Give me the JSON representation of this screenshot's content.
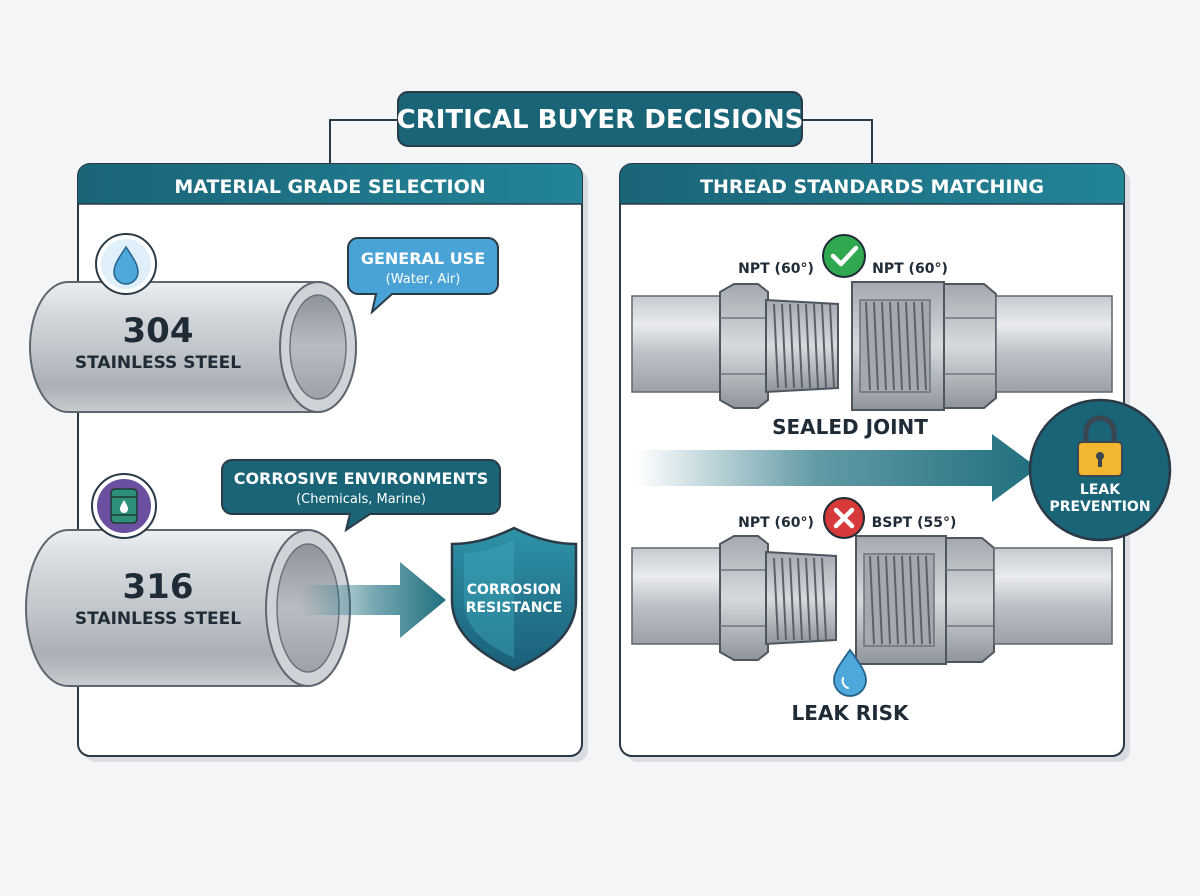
{
  "title": "CRITICAL BUYER DECISIONS",
  "colors": {
    "teal": "#1f6f7f",
    "teal_dark": "#15546a",
    "bubble_blue": "#4aa3d6",
    "steel_light": "#dcdfe2",
    "steel_mid": "#b5bbc1",
    "steel_dark": "#7f868d",
    "text_dark": "#1f2b36",
    "check_green": "#2fa84f",
    "cross_red": "#d63a3a",
    "lock_gold": "#f2b631",
    "drop_blue": "#4fa8dc",
    "barrel_purple": "#6b4fa0"
  },
  "material_panel": {
    "header": "MATERIAL GRADE SELECTION",
    "grade_304": {
      "number": "304",
      "label": "STAINLESS STEEL",
      "icon": "water-drop-icon",
      "bubble_title": "GENERAL USE",
      "bubble_sub": "(Water, Air)"
    },
    "grade_316": {
      "number": "316",
      "label": "STAINLESS STEEL",
      "icon": "chemical-barrel-icon",
      "bubble_title": "CORROSIVE ENVIRONMENTS",
      "bubble_sub": "(Chemicals, Marine)"
    },
    "shield": {
      "line1": "CORROSION",
      "line2": "RESISTANCE",
      "icon": "shield-icon"
    }
  },
  "thread_panel": {
    "header": "THREAD STANDARDS MATCHING",
    "match": {
      "left": "NPT (60°)",
      "right": "NPT (60°)",
      "status_icon": "check-icon",
      "caption": "SEALED JOINT"
    },
    "mismatch": {
      "left": "NPT (60°)",
      "right": "BSPT (55°)",
      "status_icon": "cross-icon",
      "caption": "LEAK RISK"
    },
    "lock": {
      "line1": "LEAK",
      "line2": "PREVENTION",
      "icon": "padlock-icon"
    }
  }
}
